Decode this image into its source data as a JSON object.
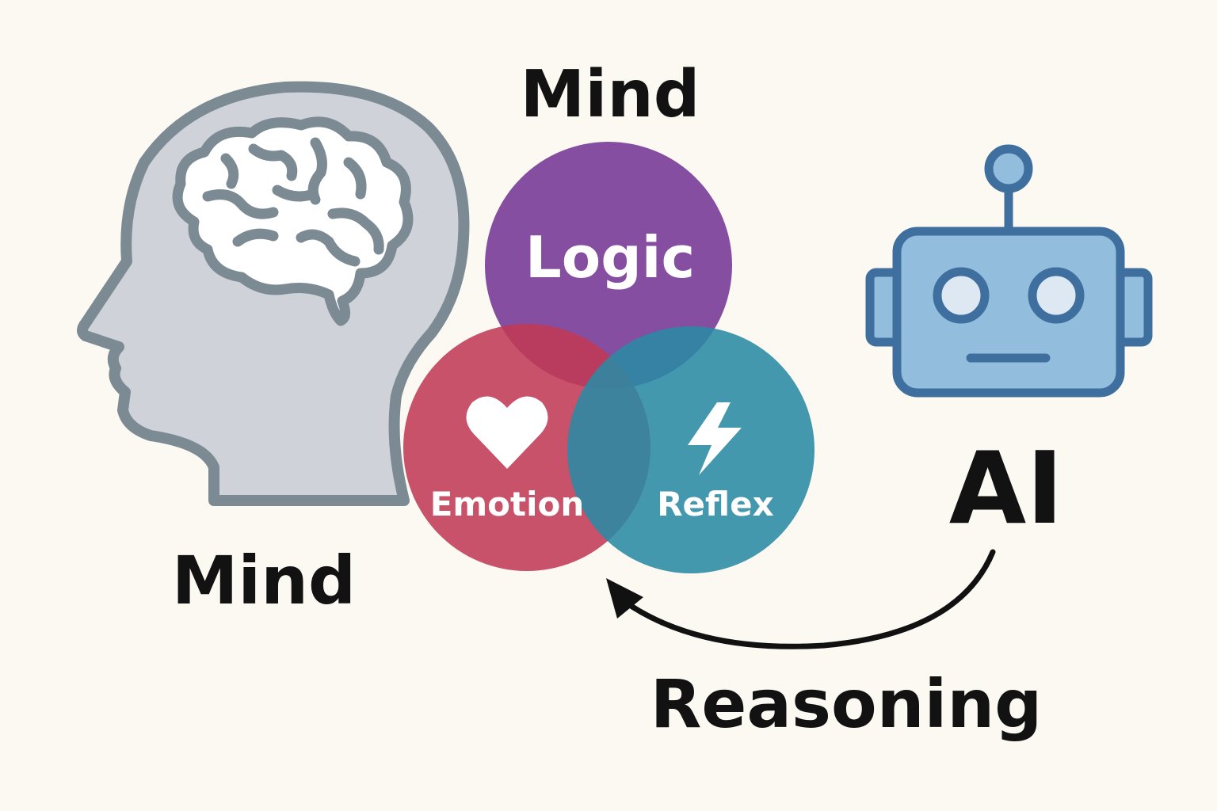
{
  "labels": {
    "top_mind": "Mind",
    "bottom_mind": "Mind",
    "ai": "AI",
    "reasoning": "Reasoning"
  },
  "circles": {
    "logic": {
      "label": "Logic",
      "color": "#7b3f99"
    },
    "emotion": {
      "label": "Emotion",
      "color": "#c03a55"
    },
    "reflex": {
      "label": "Reflex",
      "color": "#2a8aa4"
    }
  },
  "colors": {
    "background": "#fcf9f3",
    "head_fill": "#cfd3d9",
    "head_stroke": "#7b8a93",
    "robot_fill": "#93bddd",
    "robot_stroke": "#3f6f9e",
    "robot_eye": "#dde8f2",
    "arrow": "#111111"
  },
  "icons": {
    "head": "human-head-silhouette",
    "brain": "brain-icon",
    "heart": "heart-icon",
    "bolt": "lightning-bolt-icon",
    "robot": "robot-icon",
    "arrow": "curved-arrow-icon"
  }
}
